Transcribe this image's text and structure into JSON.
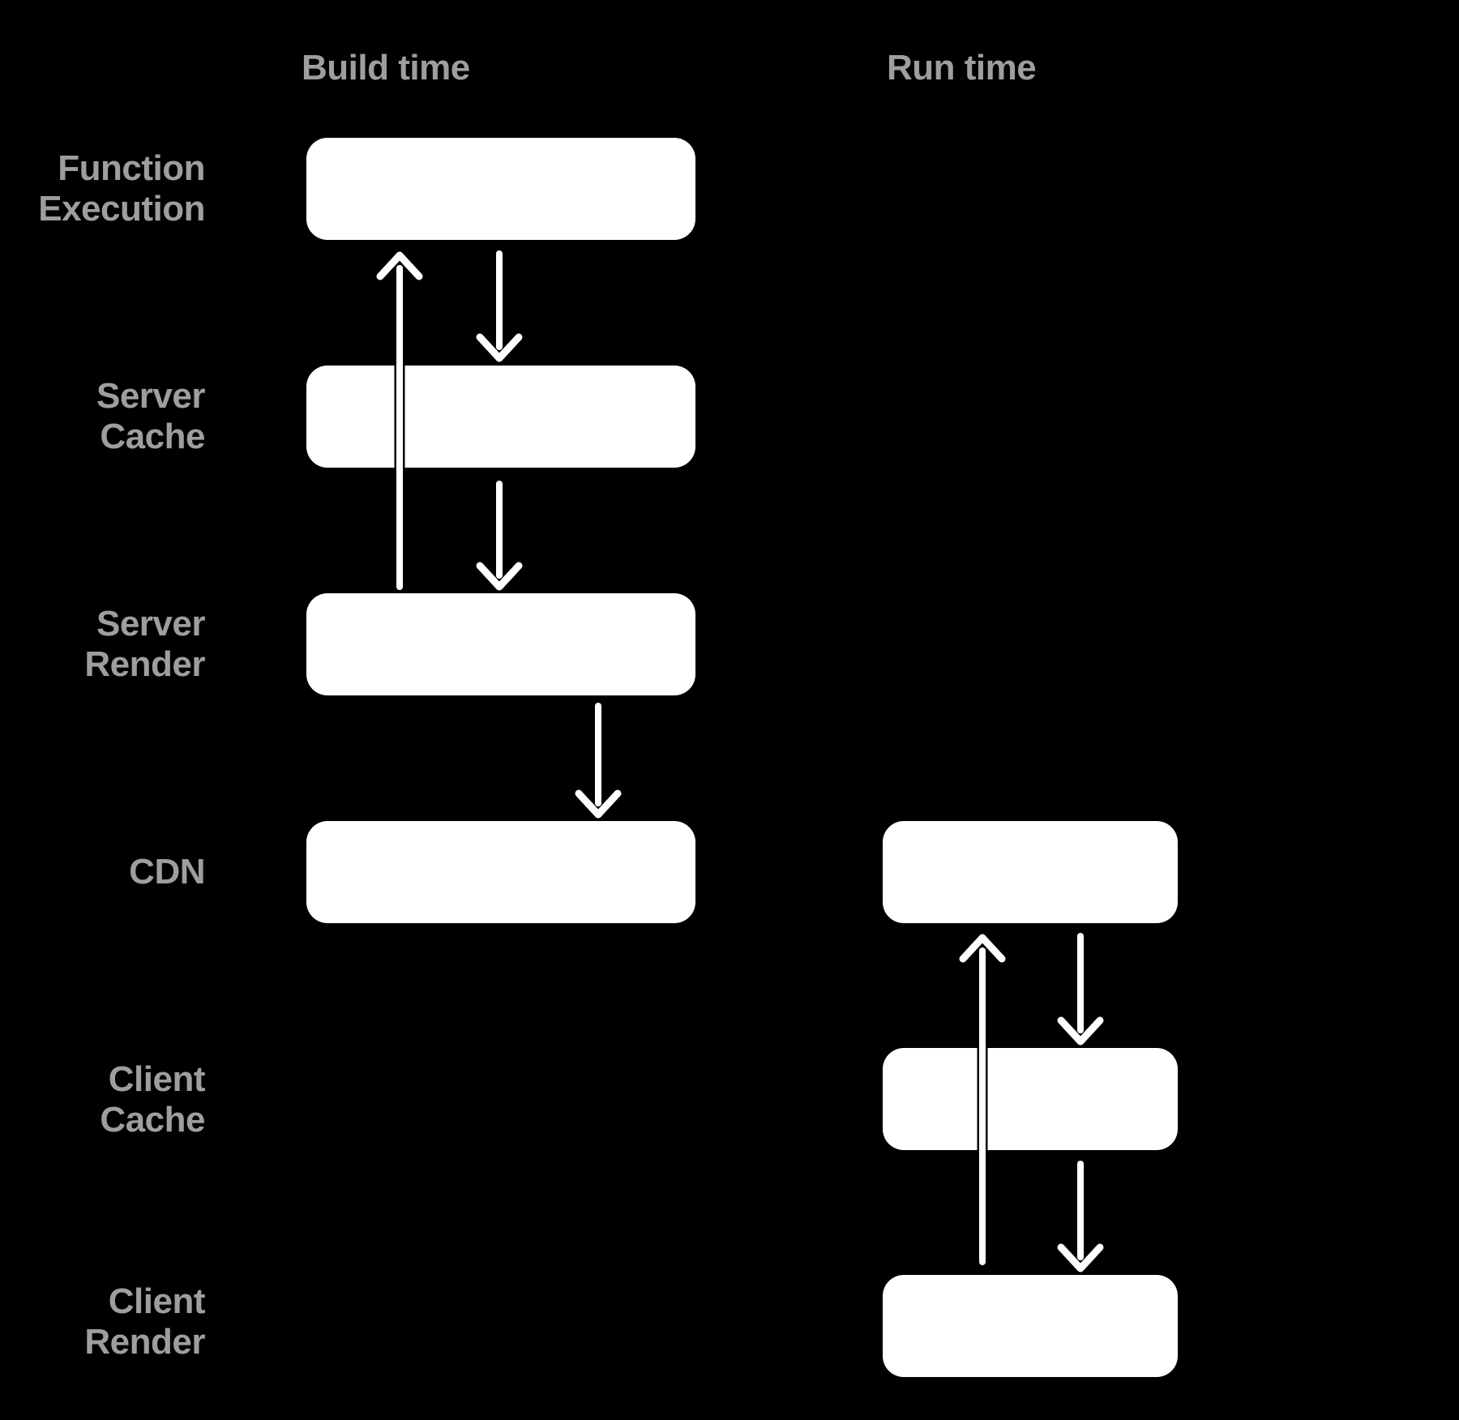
{
  "headings": {
    "build": "Build time",
    "run": "Run time"
  },
  "row_labels": {
    "function_execution": "Function\nExecution",
    "server_cache": "Server\nCache",
    "server_render": "Server\nRender",
    "cdn": "CDN",
    "client_cache": "Client\nCache",
    "client_render": "Client\nRender"
  },
  "colors": {
    "background": "#000000",
    "box_fill": "#ffffff",
    "heading_text": "#9e9e9e",
    "label_text": "#9e9e9e",
    "arrow": "#ffffff"
  },
  "structure": {
    "build_column_rows": [
      "Function Execution",
      "Server Cache",
      "Server Render",
      "CDN"
    ],
    "run_column_rows": [
      "CDN",
      "Client Cache",
      "Client Render"
    ],
    "build_arrows": [
      "up: Server Render to Function Execution",
      "down: Function Execution to Server Cache",
      "down: Server Cache to Server Render",
      "down: Server Render to CDN"
    ],
    "run_arrows": [
      "up: Client Render to CDN",
      "down: CDN to Client Cache",
      "down: Client Cache to Client Render"
    ]
  }
}
